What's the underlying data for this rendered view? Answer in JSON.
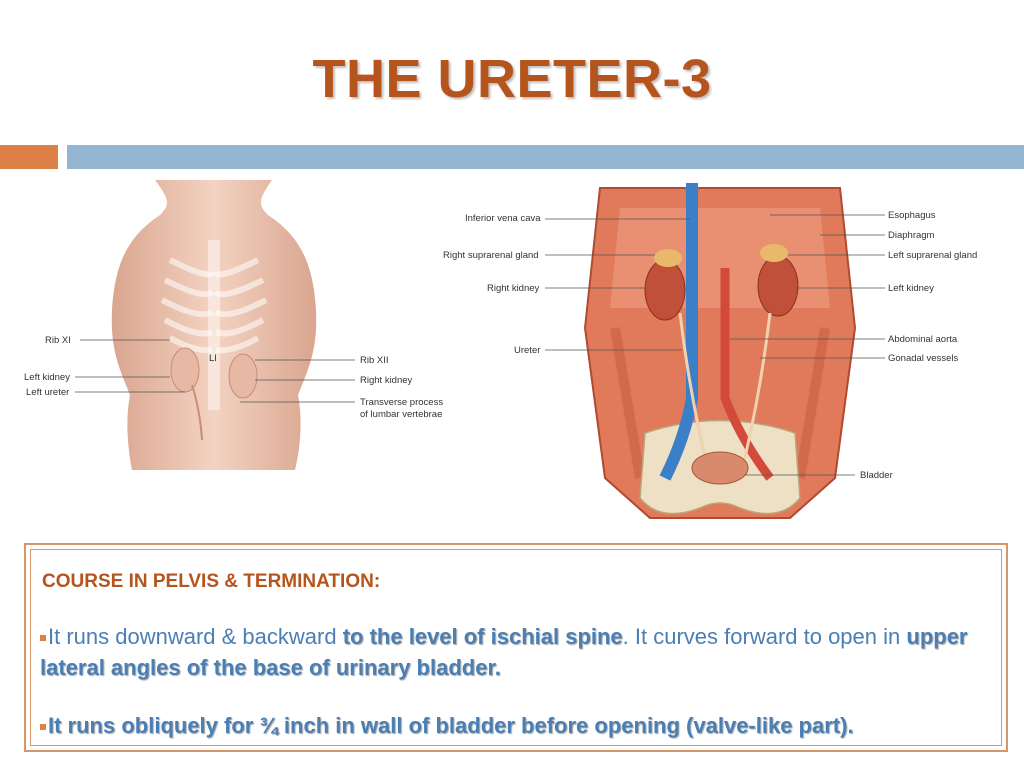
{
  "slide": {
    "title": "THE URETER-3"
  },
  "figure_back": {
    "labels": {
      "rib_xi": "Rib XI",
      "left_kidney": "Left kidney",
      "left_ureter": "Left ureter",
      "li": "LI",
      "rib_xii": "Rib XII",
      "right_kidney": "Right kidney",
      "transverse_1": "Transverse process",
      "transverse_2": "of lumbar vertebrae"
    }
  },
  "figure_front": {
    "labels": {
      "ivc": "Inferior vena cava",
      "right_suprarenal": "Right suprarenal gland",
      "right_kidney": "Right kidney",
      "ureter": "Ureter",
      "esophagus": "Esophagus",
      "diaphragm": "Diaphragm",
      "left_suprarenal": "Left suprarenal gland",
      "left_kidney": "Left kidney",
      "aorta": "Abdominal aorta",
      "gonadal": "Gonadal vessels",
      "bladder": "Bladder"
    }
  },
  "content": {
    "heading": "COURSE IN PELVIS & TERMINATION:",
    "p1_a": "It runs downward & backward ",
    "p1_b": "to the level of ischial spine",
    "p1_c": ". It curves forward to open in ",
    "p1_d": "upper lateral angles of the base of urinary bladder.",
    "p2": "It runs obliquely for ¾ inch in wall of bladder before opening (valve-like part)."
  },
  "colors": {
    "title": "#b5541c",
    "accent_bar": "#dd8047",
    "main_bar": "#94b6d2",
    "body_text": "#4a7fb5",
    "box_border": "#d9956a"
  }
}
